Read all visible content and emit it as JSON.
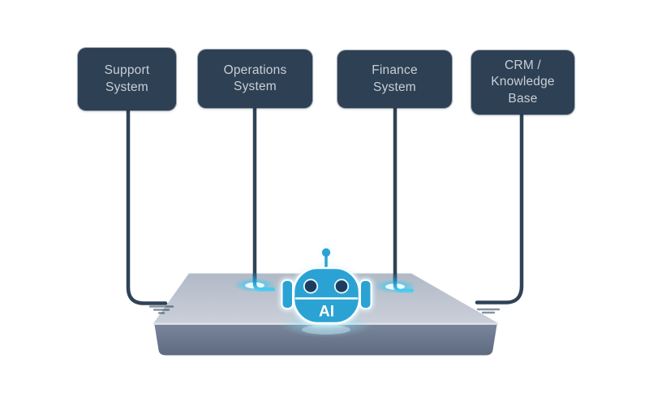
{
  "diagram": {
    "systems": [
      {
        "id": "support",
        "label": "Support System"
      },
      {
        "id": "operations",
        "label": "Operations System"
      },
      {
        "id": "finance",
        "label": "Finance System"
      },
      {
        "id": "crm",
        "label": "CRM / Knowledge Base"
      }
    ],
    "hub": {
      "icon": "ai-robot-icon",
      "label": "AI",
      "platform": "integration-platform"
    },
    "colors": {
      "box_bg": "#2d4054",
      "box_text": "#c9cfd6",
      "connector": "#2f4257",
      "robot_blue": "#2ba3d4",
      "eye_navy": "#1d3d5f",
      "glow_cyan": "#49c8ee",
      "platform_top": "#bcc3cf",
      "platform_front": "#6c7890"
    }
  }
}
